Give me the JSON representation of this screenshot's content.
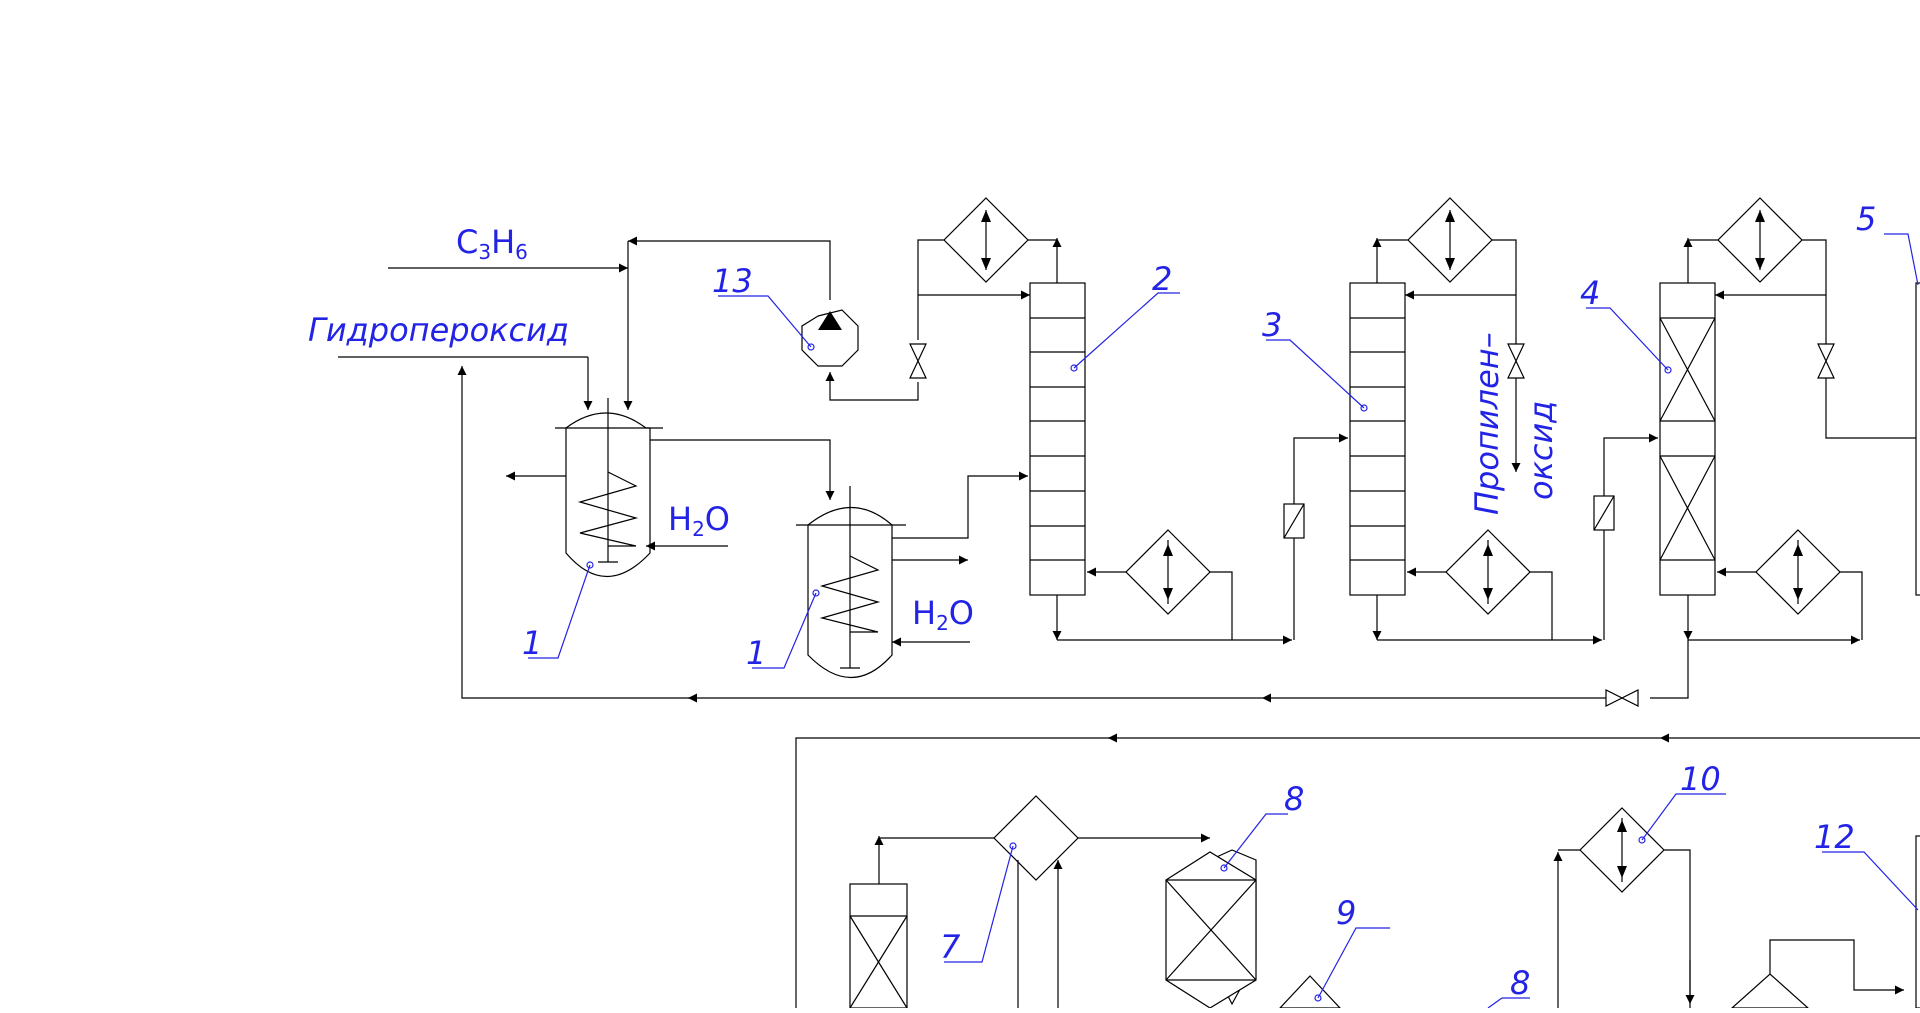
{
  "streams": {
    "propylene_main": "C",
    "propylene_sub": "3",
    "propylene_h": "H",
    "propylene_sub2": "6",
    "hydroperoxide": "Гидропероксид",
    "water_main": "H",
    "water_sub": "2",
    "water_o": "O",
    "propylene_oxide_line1": "Пропилен–",
    "propylene_oxide_line2": "оксид"
  },
  "labels": {
    "reactor_1a": "1",
    "reactor_1b": "1",
    "column_2": "2",
    "column_3": "3",
    "column_4": "4",
    "unit_5": "5",
    "unit_7": "7",
    "unit_8a": "8",
    "unit_8b": "8",
    "unit_9": "9",
    "unit_10": "10",
    "unit_12": "12",
    "pump_13": "13"
  },
  "colors": {
    "lines": "#000000",
    "annotations": "#2323e6",
    "background": "#ffffff"
  }
}
